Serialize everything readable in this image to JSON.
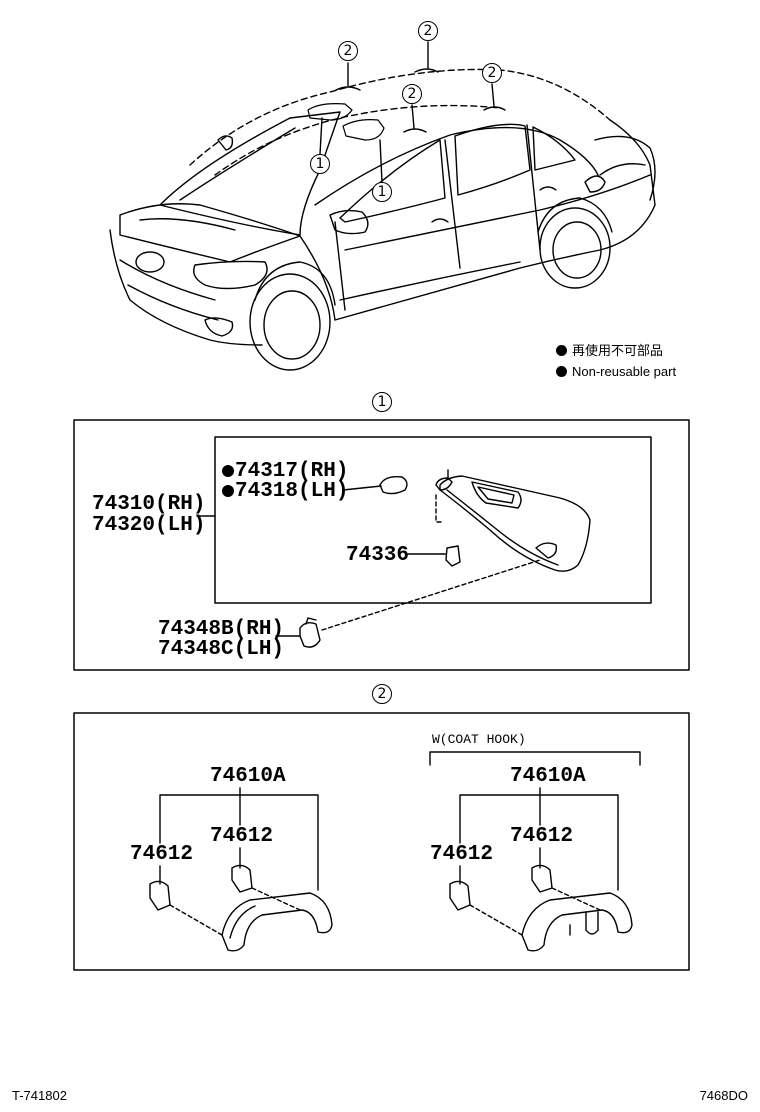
{
  "legend": {
    "jp": "再使用不可部品",
    "en": "Non-reusable part"
  },
  "section1": {
    "marker": "1",
    "visor_rh": "74310(RH)",
    "visor_lh": "74320(LH)",
    "mirror_cover_rh": "74317(RH)",
    "mirror_cover_lh": "74318(LH)",
    "clip": "74336",
    "holder_rh": "74348B(RH)",
    "holder_lh": "74348C(LH)"
  },
  "section2": {
    "marker": "2",
    "variant_label": "W(COAT HOOK)",
    "left": {
      "grip": "74610A",
      "cover_a": "74612",
      "cover_b": "74612"
    },
    "right": {
      "grip": "74610A",
      "cover_a": "74612",
      "cover_b": "74612"
    }
  },
  "car_callouts": [
    "2",
    "2",
    "2",
    "2",
    "1",
    "1"
  ],
  "footer": {
    "left_code": "T-741802",
    "right_code": "7468DO"
  }
}
